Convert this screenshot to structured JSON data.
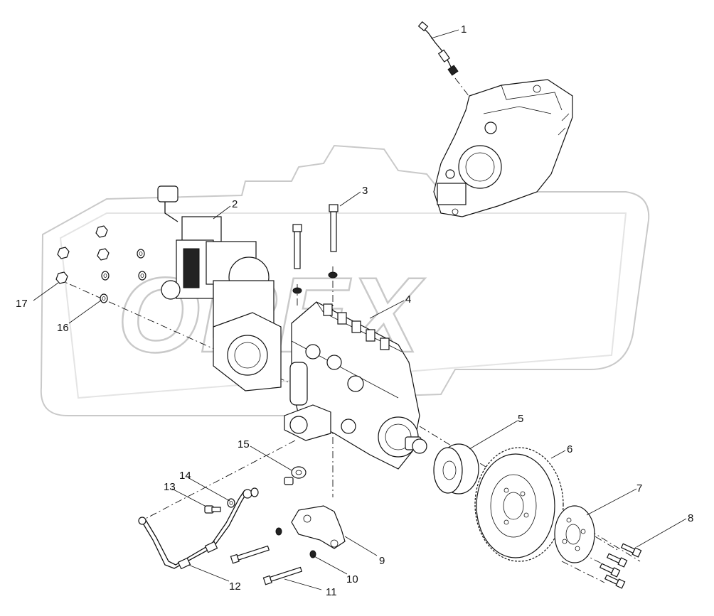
{
  "watermark": {
    "text": "OREX"
  },
  "callouts": [
    {
      "id": "1",
      "label": "1"
    },
    {
      "id": "2",
      "label": "2"
    },
    {
      "id": "3",
      "label": "3"
    },
    {
      "id": "4",
      "label": "4"
    },
    {
      "id": "5",
      "label": "5"
    },
    {
      "id": "6",
      "label": "6"
    },
    {
      "id": "7",
      "label": "7"
    },
    {
      "id": "8",
      "label": "8"
    },
    {
      "id": "9",
      "label": "9"
    },
    {
      "id": "10",
      "label": "10"
    },
    {
      "id": "11",
      "label": "11"
    },
    {
      "id": "12",
      "label": "12"
    },
    {
      "id": "13",
      "label": "13"
    },
    {
      "id": "14",
      "label": "14"
    },
    {
      "id": "15",
      "label": "15"
    },
    {
      "id": "16",
      "label": "16"
    },
    {
      "id": "17",
      "label": "17"
    }
  ]
}
